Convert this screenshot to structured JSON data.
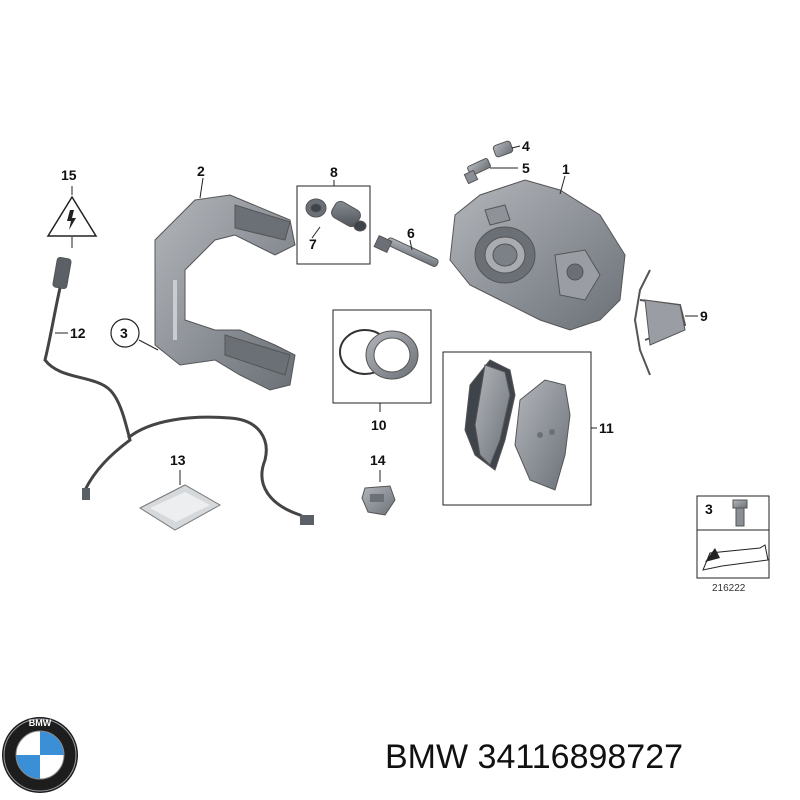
{
  "callouts": {
    "c1": "1",
    "c2": "2",
    "c3": "3",
    "c4": "4",
    "c5": "5",
    "c6": "6",
    "c7": "7",
    "c8": "8",
    "c9": "9",
    "c10": "10",
    "c11": "11",
    "c12": "12",
    "c13": "13",
    "c14": "14",
    "c15": "15",
    "legend3": "3"
  },
  "diagram_code": "216222",
  "caption": {
    "brand": "BMW",
    "part_number": "34116898727"
  },
  "icons": [
    "warning-triangle-icon",
    "bmw-logo"
  ],
  "colors": {
    "part_fill": "#8a8f96",
    "part_dark": "#5b6067",
    "logo_blue": "#3a8fd6"
  }
}
